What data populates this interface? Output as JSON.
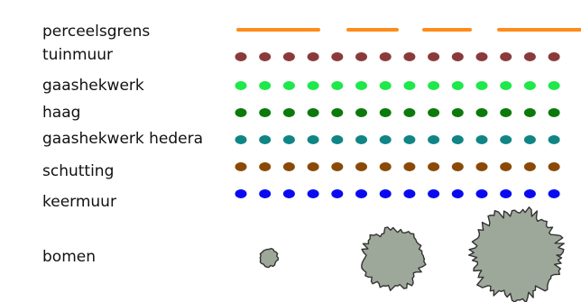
{
  "legend": {
    "rows": [
      {
        "label": "perceelsgrens",
        "style": "dash",
        "color": "#ff8c1a"
      },
      {
        "label": "tuinmuur",
        "style": "dots",
        "color": "#8b3a3a"
      },
      {
        "label": "gaashekwerk",
        "style": "dots",
        "color": "#1ee84a"
      },
      {
        "label": "haag",
        "style": "dots",
        "color": "#0b7a0b"
      },
      {
        "label": "gaashekwerk hedera",
        "style": "dots",
        "color": "#0f8585"
      },
      {
        "label": "schutting",
        "style": "dots",
        "color": "#8a4a06"
      },
      {
        "label": "keermuur",
        "style": "dots",
        "color": "#0a0af0"
      }
    ],
    "trees": {
      "label": "bomen",
      "fill": "#9ea89a",
      "stroke": "#333333",
      "sizes": [
        "small",
        "medium",
        "large"
      ]
    }
  }
}
